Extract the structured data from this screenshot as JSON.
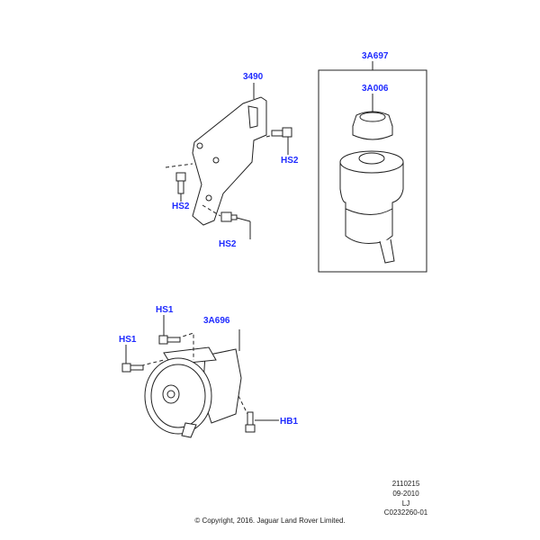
{
  "labels": {
    "bracket": "3490",
    "hs2_a": "HS2",
    "hs2_b": "HS2",
    "hs2_c": "HS2",
    "reservoir_kit": "3A697",
    "cap": "3A006",
    "hs1_a": "HS1",
    "hs1_b": "HS1",
    "pump": "3A696",
    "hb1": "HB1"
  },
  "meta": {
    "line1": "2110215",
    "line2": "09-2010",
    "line3": "LJ",
    "line4": "C0232260-01"
  },
  "copyright": "© Copyright, 2016. Jaguar Land Rover Limited.",
  "colors": {
    "label": "#1f2bff",
    "line": "#222222"
  }
}
